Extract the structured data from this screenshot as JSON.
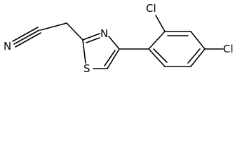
{
  "molecule": {
    "atoms": {
      "nitrile_n": "N",
      "ring_n": "N",
      "ring_s": "S",
      "chloro_ortho": "Cl",
      "chloro_para": "Cl"
    }
  },
  "colors": {
    "bond": "#000000",
    "label": "#000000",
    "background": "#ffffff"
  }
}
